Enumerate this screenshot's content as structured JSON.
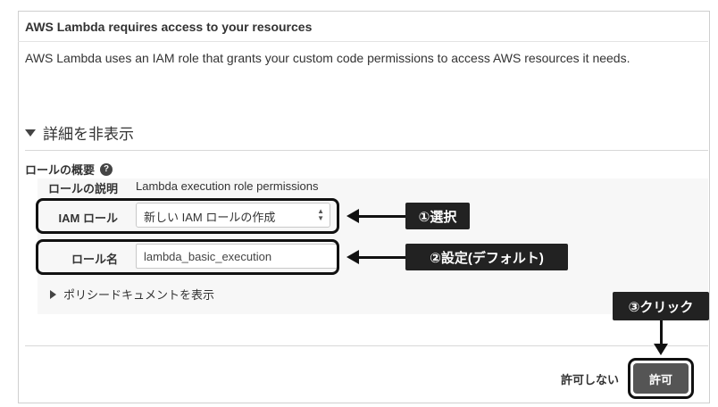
{
  "panel": {
    "title": "AWS Lambda requires access to your resources",
    "description": "AWS Lambda uses an IAM role that grants your custom code permissions to access AWS resources it needs."
  },
  "details": {
    "toggle_label": "詳細を非表示",
    "overview_label": "ロールの概要",
    "overview_help_icon": "question-circle-icon",
    "role_description_label": "ロールの説明",
    "role_description_value": "Lambda execution role permissions",
    "iam_role_label": "IAM ロール",
    "iam_role_selected": "新しい IAM ロールの作成",
    "role_name_label": "ロール名",
    "role_name_value": "lambda_basic_execution",
    "policy_toggle_label": "ポリシードキュメントを表示"
  },
  "footer": {
    "deny_label": "許可しない",
    "allow_label": "許可"
  },
  "annotations": {
    "step1": "①選択",
    "step2": "②設定(デフォルト)",
    "step3": "③クリック"
  },
  "colors": {
    "callout_bg": "#222222",
    "allow_button_bg": "#555555"
  }
}
